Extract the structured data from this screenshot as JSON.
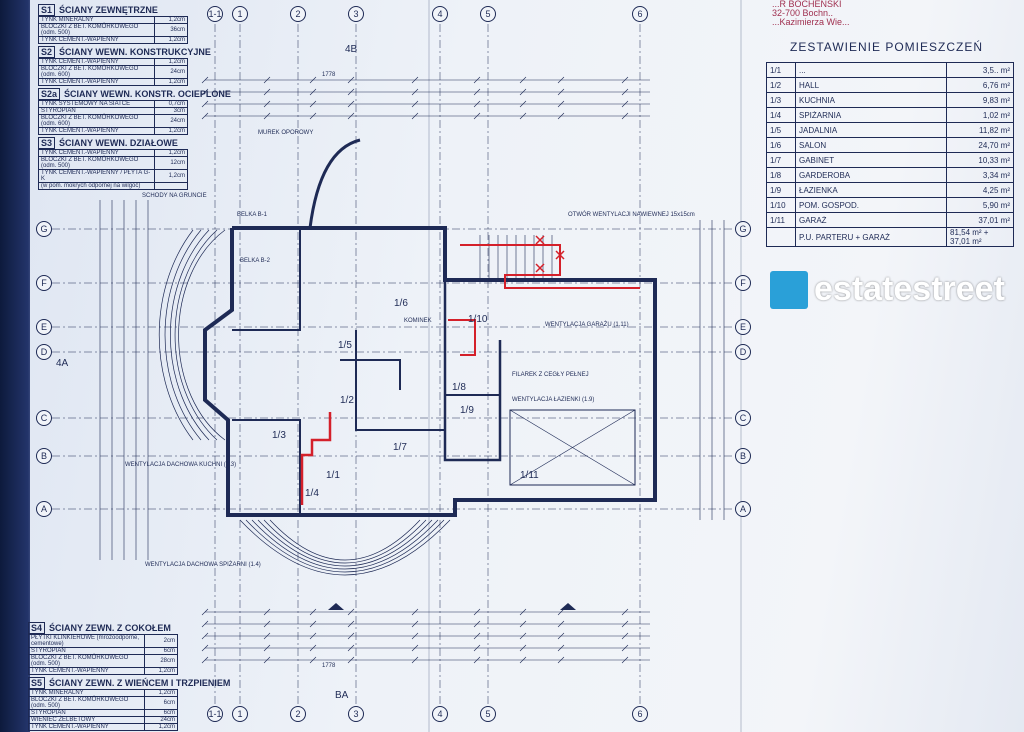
{
  "watermark": {
    "brand": "estatestreet",
    "icon": "house-logo-icon"
  },
  "stamp": {
    "line1": "...R BOCHEŃSKI",
    "line2": "32-700 Bochn..",
    "line3": "...Kazimierza Wie..."
  },
  "room_schedule": {
    "title": "ZESTAWIENIE POMIESZCZEŃ",
    "rows": [
      {
        "no": "1/1",
        "name": "...",
        "area": "3,5.. m²"
      },
      {
        "no": "1/2",
        "name": "HALL",
        "area": "6,76 m²"
      },
      {
        "no": "1/3",
        "name": "KUCHNIA",
        "area": "9,83 m²"
      },
      {
        "no": "1/4",
        "name": "SPIŻARNIA",
        "area": "1,02 m²"
      },
      {
        "no": "1/5",
        "name": "JADALNIA",
        "area": "11,82 m²"
      },
      {
        "no": "1/6",
        "name": "SALON",
        "area": "24,70 m²"
      },
      {
        "no": "1/7",
        "name": "GABINET",
        "area": "10,33 m²"
      },
      {
        "no": "1/8",
        "name": "GARDEROBA",
        "area": "3,34 m²"
      },
      {
        "no": "1/9",
        "name": "ŁAZIENKA",
        "area": "4,25 m²"
      },
      {
        "no": "1/10",
        "name": "POM. GOSPOD.",
        "area": "5,90 m²"
      },
      {
        "no": "1/11",
        "name": "GARAŻ",
        "area": "37,01 m²"
      }
    ],
    "total_label": "P.U. PARTERU + GARAŻ",
    "total_value": "81,54 m² + 37,01 m²"
  },
  "wall_legends": [
    {
      "code": "S1",
      "title": "ŚCIANY ZEWNĘTRZNE",
      "layers": [
        [
          "TYNK MINERALNY",
          "1,2cm"
        ],
        [
          "BLOCZKI Z BET. KOMÓRKOWEGO (odm. 500)",
          "36cm"
        ],
        [
          "TYNK CEMENT.-WAPIENNY",
          "1,2cm"
        ]
      ]
    },
    {
      "code": "S2",
      "title": "ŚCIANY WEWN. KONSTRUKCYJNE",
      "layers": [
        [
          "TYNK CEMENT.-WAPIENNY",
          "1,2cm"
        ],
        [
          "BLOCZKI Z BET. KOMÓRKOWEGO (odm. 600)",
          "24cm"
        ],
        [
          "TYNK CEMENT.-WAPIENNY",
          "1,2cm"
        ]
      ]
    },
    {
      "code": "S2a",
      "title": "ŚCIANY WEWN. KONSTR. OCIEPLONE",
      "layers": [
        [
          "TYNK SYSTEMOWY NA SIATCE",
          "0,7cm"
        ],
        [
          "STYROPIAN",
          "3cm"
        ],
        [
          "BLOCZKI Z BET. KOMÓRKOWEGO (odm. 600)",
          "24cm"
        ],
        [
          "TYNK CEMENT.-WAPIENNY",
          "1,2cm"
        ]
      ]
    },
    {
      "code": "S3",
      "title": "ŚCIANY WEWN. DZIAŁOWE",
      "layers": [
        [
          "TYNK CEMENT.-WAPIENNY",
          "1,2cm"
        ],
        [
          "BLOCZKI Z BET. KOMÓRKOWEGO (odm. 500)",
          "12cm"
        ],
        [
          "TYNK CEMENT.-WAPIENNY / PŁYTA G-K",
          "1,2cm"
        ],
        [
          "(w pom. mokrych odpornej na wilgoć)",
          ""
        ]
      ]
    }
  ],
  "wall_legends_bottom": [
    {
      "code": "S4",
      "title": "ŚCIANY ZEWN. Z COKOŁEM",
      "layers": [
        [
          "PŁYTKI KLINKIEROWE (mrozoodporne, cementowe)",
          "2cm"
        ],
        [
          "STYROPIAN",
          "6cm"
        ],
        [
          "BLOCZKI Z BET. KOMÓRKOWEGO (odm. 500)",
          "28cm"
        ],
        [
          "TYNK CEMENT.-WAPIENNY",
          "1,2cm"
        ]
      ]
    },
    {
      "code": "S5",
      "title": "ŚCIANY ZEWN. Z WIEŃCEM I TRZPIENIEM",
      "layers": [
        [
          "TYNK MINERALNY",
          "1,2cm"
        ],
        [
          "BLOCZKI Z BET. KOMÓRKOWEGO (odm. 500)",
          "6cm"
        ],
        [
          "STYROPIAN",
          "6cm"
        ],
        [
          "WIENIEC ŻELBETOWY",
          "24cm"
        ],
        [
          "TYNK CEMENT.-WAPIENNY",
          "1,2cm"
        ]
      ]
    }
  ],
  "axes": {
    "columns": [
      "1-1",
      "1",
      "2",
      "3",
      "4",
      "5",
      "6"
    ],
    "rows": [
      "G",
      "F",
      "E",
      "D",
      "C",
      "B",
      "A"
    ]
  },
  "plan_labels": {
    "rooms": [
      "1/1",
      "1/2",
      "1/3",
      "1/4",
      "1/5",
      "1/6",
      "1/7",
      "1/8",
      "1/9",
      "1/10",
      "1/11"
    ],
    "overall_dimension": "1778",
    "section_top": "4B",
    "section_bottom": "BA",
    "section_left": "4A",
    "notes": [
      "MUREK OPOROWY",
      "SCHODY NA GRUNCIE",
      "BELKA B-1",
      "BELKA B-2",
      "WENTYLACJA GARAŻU (1.11)",
      "WENTYLACJA DACHOWA KUCHNI (1.3)",
      "WENTYLACJA DACHOWA SPIŻARNI (1.4)",
      "WENTYLACJA ŁAZIENKI (1.9)",
      "KOMINEK",
      "FILAREK Z CEGŁY PEŁNEJ",
      "OTWÓR WENTYLACJI NAWIEWNEJ 15x15cm"
    ]
  },
  "colors": {
    "ink": "#1e2a55",
    "red_markup": "#d4202a",
    "paper": "#eef2f8",
    "brand": "#2aa0d8"
  }
}
